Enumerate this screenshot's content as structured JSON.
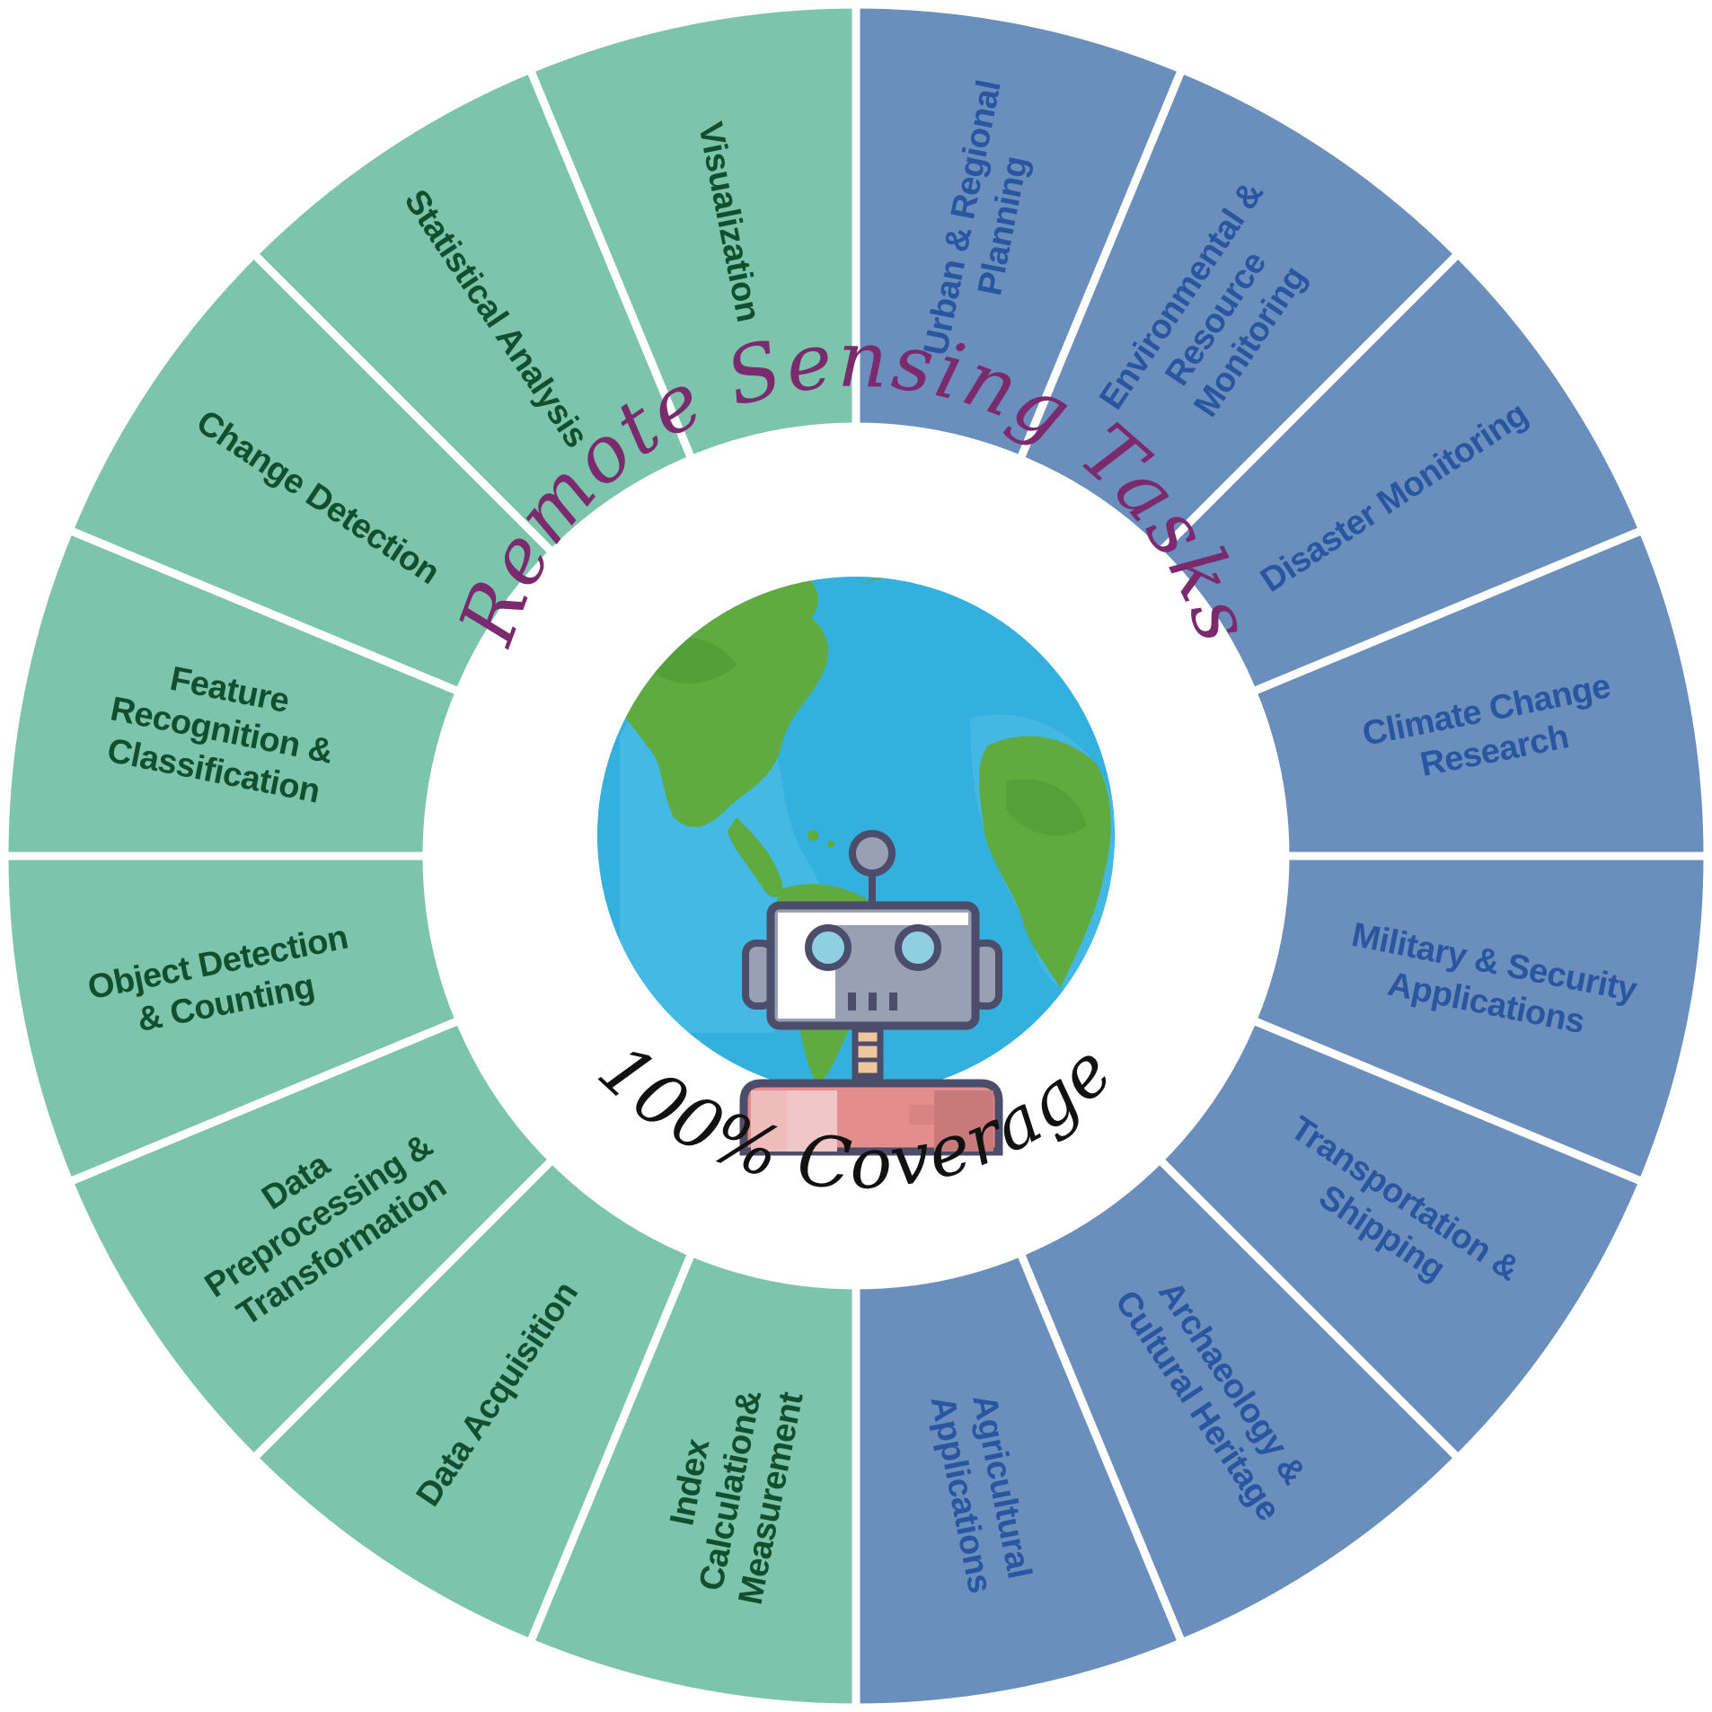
{
  "title": "Remote Sensing Tasks",
  "subtitle": "100% Coverage",
  "colors": {
    "green_segment": "#7dc4ad",
    "blue_segment": "#6a8fbd",
    "green_text": "#11502f",
    "blue_text": "#2a55a0",
    "title_text": "#7b2a6e",
    "subtitle_text": "#111111",
    "divider": "#ffffff"
  },
  "segments": [
    {
      "label": "Urban & Regional Planning",
      "lines": [
        "Urban & Regional",
        "Planning"
      ],
      "group": "blue"
    },
    {
      "label": "Environmental & Resource Monitoring",
      "lines": [
        "Environmental &",
        "Resource",
        "Monitoring"
      ],
      "group": "blue"
    },
    {
      "label": "Disaster Monitoring",
      "lines": [
        "Disaster Monitoring"
      ],
      "group": "blue"
    },
    {
      "label": "Climate Change Research",
      "lines": [
        "Climate Change",
        "Research"
      ],
      "group": "blue"
    },
    {
      "label": "Military & Security Applications",
      "lines": [
        "Military & Security",
        "Applications"
      ],
      "group": "blue"
    },
    {
      "label": "Transportation & Shipping",
      "lines": [
        "Transportation &",
        "Shipping"
      ],
      "group": "blue"
    },
    {
      "label": "Archaeology & Cultural Heritage",
      "lines": [
        "Archaeology &",
        "Cultural Heritage"
      ],
      "group": "blue"
    },
    {
      "label": "Agricultural Applications",
      "lines": [
        "Agricultural",
        "Applications"
      ],
      "group": "blue"
    },
    {
      "label": "Index Calculation& Measurement",
      "lines": [
        "Index",
        "Calculation&",
        "Measurement"
      ],
      "group": "green"
    },
    {
      "label": "Data Acquisition",
      "lines": [
        "Data Acquisition"
      ],
      "group": "green"
    },
    {
      "label": "Data Preprocessing & Transformation",
      "lines": [
        "Data",
        "Preprocessing &",
        "Transformation"
      ],
      "group": "green"
    },
    {
      "label": "Object Detection & Counting",
      "lines": [
        "Object Detection",
        "& Counting"
      ],
      "group": "green"
    },
    {
      "label": "Feature Recognition & Classification",
      "lines": [
        "Feature",
        "Recognition &",
        "Classification"
      ],
      "group": "green"
    },
    {
      "label": "Change Detection",
      "lines": [
        "Change Detection"
      ],
      "group": "green"
    },
    {
      "label": "Statistical Analysis",
      "lines": [
        "Statistical Analysis"
      ],
      "group": "green"
    },
    {
      "label": "Visualization",
      "lines": [
        "Visualization"
      ],
      "group": "green"
    }
  ],
  "center": {
    "globe_icon": "earth-globe-icon",
    "robot_icon": "robot-icon"
  }
}
